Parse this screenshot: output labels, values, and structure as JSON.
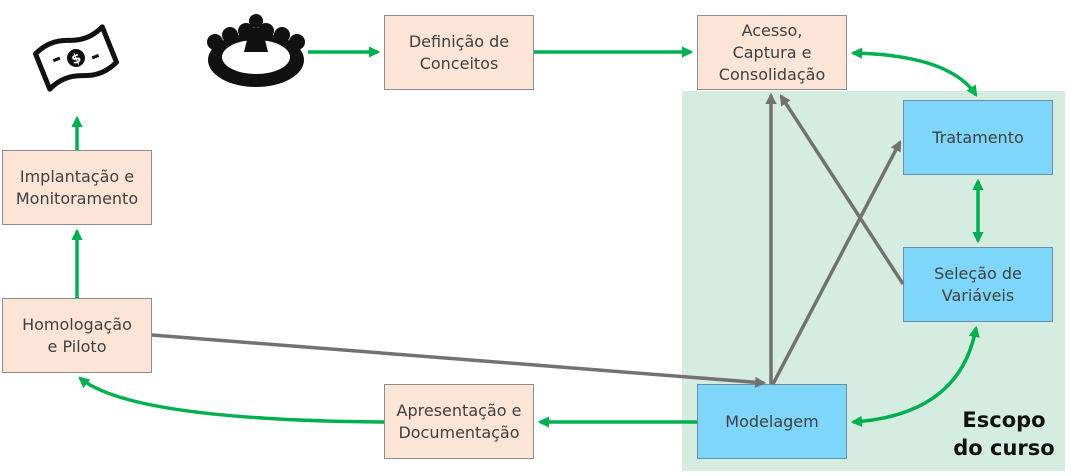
{
  "diagram": {
    "nodes": {
      "definicao": "Definição de\nConceitos",
      "acesso": "Acesso,\nCaptura e\nConsolidação",
      "tratamento": "Tratamento",
      "selecao": "Seleção de\nVariáveis",
      "modelagem": "Modelagem",
      "apresentacao": "Apresentação e\nDocumentação",
      "homologacao": "Homologação\ne Piloto",
      "implantacao": "Implantação e\nMonitoramento"
    },
    "scope_label": "Escopo\ndo curso",
    "icons": [
      "money-icon",
      "meeting-people-icon"
    ],
    "colors": {
      "scope_bg": "#d5ece1",
      "peach_box": "#fce4d6",
      "blue_box": "#7fd6fb",
      "green_arrow": "#00b050",
      "gray_arrow": "#767171"
    }
  }
}
